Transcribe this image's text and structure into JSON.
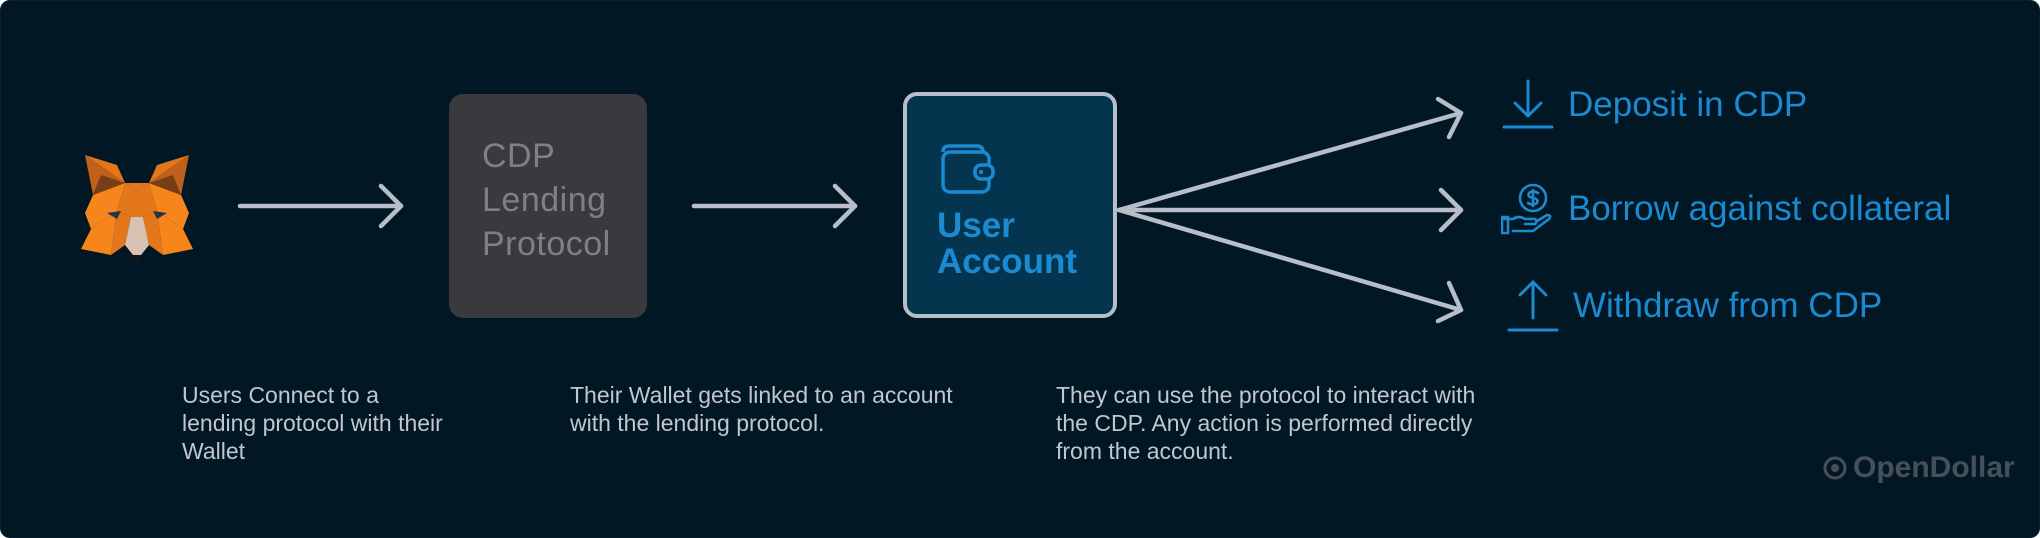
{
  "protocol_box": {
    "line1": "CDP",
    "line2": "Lending",
    "line3": "Protocol"
  },
  "account_box": {
    "line1": "User",
    "line2": "Account",
    "icon": "wallet-icon"
  },
  "actions": [
    {
      "label": "Deposit in CDP",
      "icon": "download-arrow-icon"
    },
    {
      "label": "Borrow against collateral",
      "icon": "hand-coin-icon"
    },
    {
      "label": "Withdraw from CDP",
      "icon": "upload-arrow-icon"
    }
  ],
  "captions": {
    "step1": "Users Connect to a lending protocol with their Wallet",
    "step2": "Their Wallet gets linked to an account with the lending protocol.",
    "step3": "They can use the protocol to interact with the CDP. Any action is performed directly from the account."
  },
  "brand": {
    "name": "OpenDollar"
  },
  "colors": {
    "background": "#011724",
    "accent": "#1b8ad0",
    "arrow": "#b8bec8",
    "protocol_box": "#3a3a3e",
    "account_box": "#03354f"
  }
}
